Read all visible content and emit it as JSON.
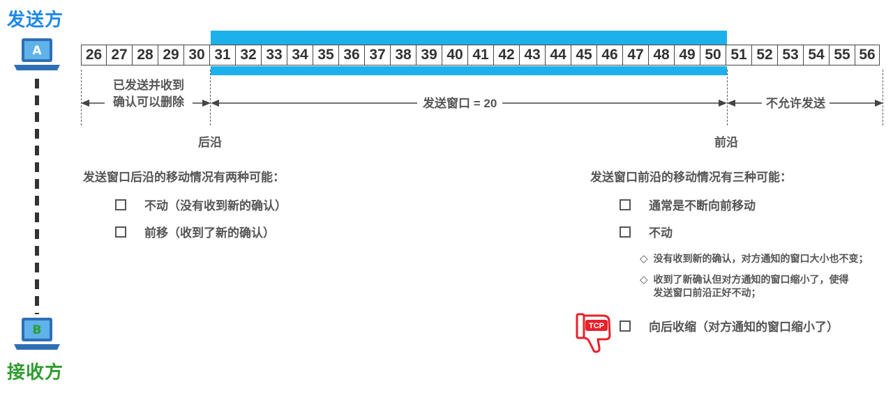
{
  "sender": {
    "label": "发送方",
    "host": "A"
  },
  "receiver": {
    "label": "接收方",
    "host": "B"
  },
  "sequence_numbers": [
    "26",
    "27",
    "28",
    "29",
    "30",
    "31",
    "32",
    "33",
    "34",
    "35",
    "36",
    "37",
    "38",
    "39",
    "40",
    "41",
    "42",
    "43",
    "44",
    "45",
    "46",
    "47",
    "48",
    "49",
    "50",
    "51",
    "52",
    "53",
    "54",
    "55",
    "56"
  ],
  "send_window": {
    "start": 31,
    "end": 50,
    "size": 20
  },
  "regions": {
    "sent_confirmed": "已发送并收到确认可以删除",
    "window_label": "发送窗口 = 20",
    "not_allowed": "不允许发送"
  },
  "edges": {
    "rear": "后沿",
    "front": "前沿"
  },
  "rear_movement": {
    "heading": "发送窗口后沿的移动情况有两种可能：",
    "options": [
      "不动（没有收到新的确认）",
      "前移（收到了新的确认）"
    ]
  },
  "front_movement": {
    "heading": "发送窗口前沿的移动情况有三种可能：",
    "options": [
      "通常是不断向前移动",
      "不动",
      "向后收缩（对方通知的窗口缩小了）"
    ],
    "sub_items": [
      "没有收到新的确认，对方通知的窗口大小也不变；",
      "收到了新确认但对方通知的窗口缩小了，使得发送窗口前沿正好不动；"
    ]
  },
  "thumb_badge": "TCP",
  "colors": {
    "window_bar": "#1cb1ea",
    "sender": "#1e88e5",
    "receiver": "#2e9d2e",
    "thumb": "#e8202a"
  }
}
